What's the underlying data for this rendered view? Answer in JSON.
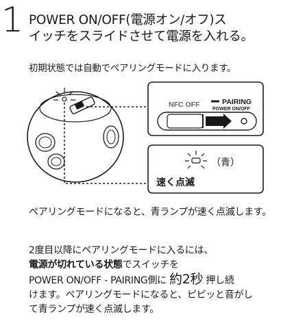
{
  "step_number": "1",
  "heading": {
    "line1": "POWER ON/OFF(電源オン/オフ)ス",
    "line2": "イッチをスライドさせて電源を入れる。"
  },
  "subtitle": "初期状態では自動でペアリングモードに入ります。",
  "figure": {
    "nfc_label": "NFC OFF",
    "pairing_label": "PAIRING",
    "power_label": "POWER ON/OFF",
    "color_label": "（青）",
    "blink_label": "速く点滅"
  },
  "para1": "ペアリングモードになると、青ランプが速く点滅します。",
  "para2": {
    "line1": "2度目以降にペアリングモードに入るには、",
    "line2_bold": "電源が切れている状態",
    "line2_rest": "でスイッチを",
    "line3_a": "POWER ON/OFF - PAIRING側に ",
    "line3_big1": "約",
    "line3_big2": "2",
    "line3_big3": "秒",
    "line3_b": " 押し続",
    "line4": "けます。ペアリングモードになると、ピピッと音がし",
    "line5": "て青ランプが速く点滅します。"
  }
}
